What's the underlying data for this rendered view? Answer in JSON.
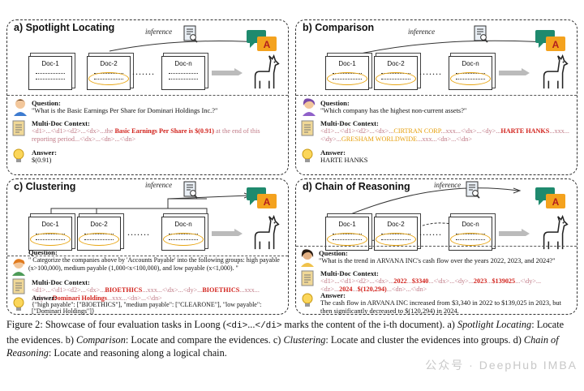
{
  "panels": {
    "a": {
      "title": "a) Spotlight Locating",
      "inference": "inference",
      "docs": [
        "Doc-1",
        "Doc-2",
        "Doc-n"
      ],
      "question_label": "Question:",
      "question": "\"What is the Basic Earnings Per Share for Dominari Holdings Inc.?\"",
      "context_label": "Multi-Doc Context:",
      "context_t1": "<d1>...<\\d1><d2>...<dx>...the ",
      "context_red": "Basic Earnings Per Share is $(0.91)",
      "context_t2": " at the end of this reporting period...<\\dx>...<dn>...<\\dn>",
      "answer_label": "Answer:",
      "answer": "$(0.91)"
    },
    "b": {
      "title": "b) Comparison",
      "inference": "inference",
      "docs": [
        "Doc-1",
        "Doc-2",
        "Doc-n"
      ],
      "question_label": "Question:",
      "question": "\"Which company has the highest non-current assets?\"",
      "context_label": "Multi-Doc Context:",
      "context_t1": "<d1>...<\\d1><d2>...<dx>...",
      "context_o1": "CIRTRAN CORP",
      "context_t2": "...xxx...<\\dx>...<dy>...",
      "context_r1": "HARTE HANKS",
      "context_t3": "...xxx...<\\dy>...",
      "context_o2": "GRESHAM WORLDWIDE",
      "context_t4": "...xxx...<dn>...<\\dn>",
      "answer_label": "Answer:",
      "answer": "HARTE HANKS"
    },
    "c": {
      "title": "c) Clustering",
      "inference": "inference",
      "docs": [
        "Doc-1",
        "Doc-2",
        "Doc-n"
      ],
      "question_label": "Question:",
      "question": "\" Categorize the companies above by 'Accounts Payable' into the following groups: high payable (x>100,000), medium payable (1,000<x<100,000), and low payable (x<1,000). \"",
      "context_label": "Multi-Doc Context:",
      "context_t1": "<d1>...<\\d1><d2>...<dx>...",
      "context_r1": "BIOETHICS",
      "context_t2": "...xxx...<\\dx>...<dy>...",
      "context_r2": "BIOETHICS",
      "context_t3": "...xxx...<\\dy>...",
      "context_r3": "Dominari Holdings",
      "context_t4": "...xxx...<dn>...<\\dn>",
      "answer_label": "Answer:",
      "answer": "{\"high payable\": [\"BIOETHICS\"], \"medium payable\": [\"CLEARONE\"], \"low payable\": [\"Dominari Holdings\"]}"
    },
    "d": {
      "title": "d) Chain of Reasoning",
      "inference": "inference",
      "docs": [
        "Doc-1",
        "Doc-2",
        "Doc-n"
      ],
      "question_label": "Question:",
      "question": "\"What is the trend in ARVANA INC's cash flow over the years 2022, 2023, and 2024?\"",
      "context_label": "Multi-Doc Context:",
      "context_t1": "<d1>...<\\d1><d2>...<dx>...",
      "context_r1": "2022",
      "context_t2": "...",
      "context_r2": "$3340",
      "context_t3": "...<\\dx>...<dy>...",
      "context_r3": "2023",
      "context_t4": "...",
      "context_r4": "$139025",
      "context_t5": "...<\\dy>...<dz>...",
      "context_r5": "2024",
      "context_t6": "...",
      "context_r6": "$(120,294)",
      "context_t7": "...<dn>...<\\dn>",
      "answer_label": "Answer:",
      "answer": "The cash flow in ARVANA INC increased from $3,340 in 2022 to $139,025 in 2023, but then significantly decreased to $(120,294) in 2024."
    }
  },
  "caption": {
    "p1": "Figure 2: Showcase of four evaluation tasks in Loong (",
    "code1": "<di>",
    "p2": "...",
    "code2": "</di>",
    "p3": " marks the content of the i-th document). a)",
    "i1": "Spotlight Locating",
    "p4": ": Locate the evidences. b) ",
    "i2": "Comparison",
    "p5": ": Locate and compare the evidences. c) ",
    "i3": "Clustering",
    "p6": ": Locate and cluster the evidences into groups. d) ",
    "i4": "Chain of Reasoning",
    "p7": ": Locate and reasoning along a logical chain."
  },
  "watermark": "公众号 · DeepHub IMBA",
  "colors": {
    "highlight": "#e8a512",
    "red": "#d2231d",
    "tag": "#c07a86",
    "orange": "#e6a00f"
  }
}
